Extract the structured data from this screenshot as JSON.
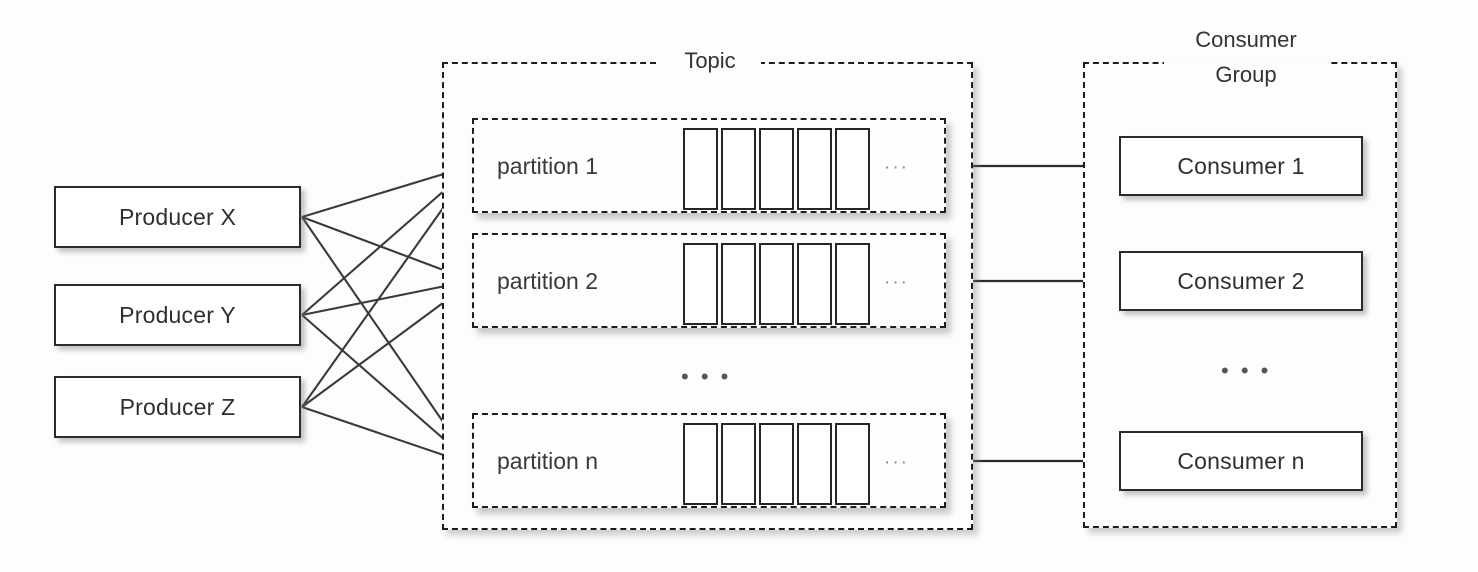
{
  "diagram": {
    "title": "Kafka producer topic partition consumer group flow",
    "colors": {
      "stroke": "#1d1d1d",
      "box_border": "#2b2b2b",
      "text": "#2f2f2f",
      "background": "#fdfdfd",
      "shadow": "rgba(130,130,130,0.45)"
    }
  },
  "producers": {
    "items": [
      {
        "label": "Producer X"
      },
      {
        "label": "Producer Y"
      },
      {
        "label": "Producer Z"
      }
    ]
  },
  "topic": {
    "label": "Topic",
    "ellipsis_between_partitions": "• • •",
    "partitions": [
      {
        "label": "partition 1",
        "message_count": 5,
        "trailing_ellipsis": "···"
      },
      {
        "label": "partition 2",
        "message_count": 5,
        "trailing_ellipsis": "···"
      },
      {
        "label": "partition n",
        "message_count": 5,
        "trailing_ellipsis": "···"
      }
    ]
  },
  "consumer_group": {
    "label_line1": "Consumer",
    "label_line2": "Group",
    "ellipsis_between_consumers": "• • •",
    "consumers": [
      {
        "label": "Consumer 1"
      },
      {
        "label": "Consumer 2"
      },
      {
        "label": "Consumer n"
      }
    ]
  }
}
